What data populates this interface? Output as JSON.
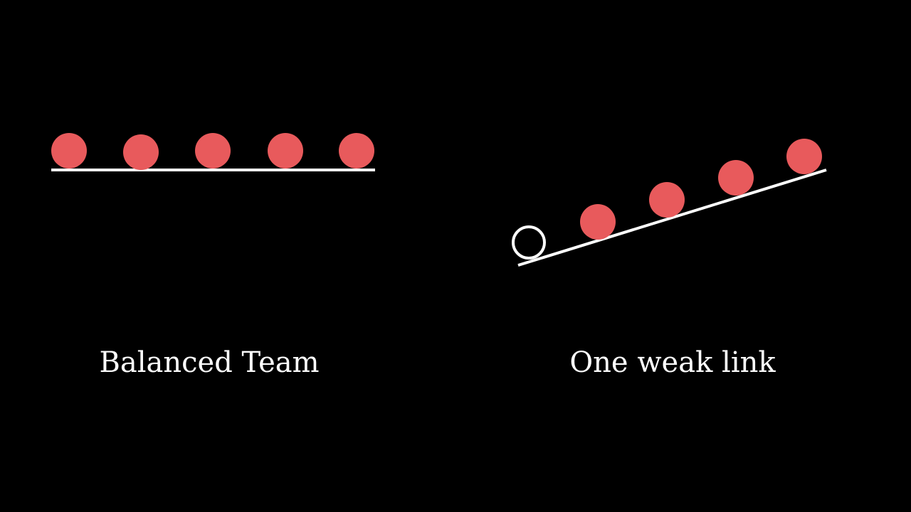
{
  "colors": {
    "background": "#000000",
    "ball_fill": "#e85a5c",
    "line": "#ffffff",
    "weak_ball_stroke": "#ffffff",
    "text": "#ffffff"
  },
  "panels": [
    {
      "caption": "Balanced Team",
      "balls": [
        {
          "kind": "filled"
        },
        {
          "kind": "filled"
        },
        {
          "kind": "filled"
        },
        {
          "kind": "filled"
        },
        {
          "kind": "filled"
        }
      ],
      "line_orientation": "level"
    },
    {
      "caption": "One weak link",
      "balls": [
        {
          "kind": "hollow"
        },
        {
          "kind": "filled"
        },
        {
          "kind": "filled"
        },
        {
          "kind": "filled"
        },
        {
          "kind": "filled"
        }
      ],
      "line_orientation": "tilted"
    }
  ]
}
